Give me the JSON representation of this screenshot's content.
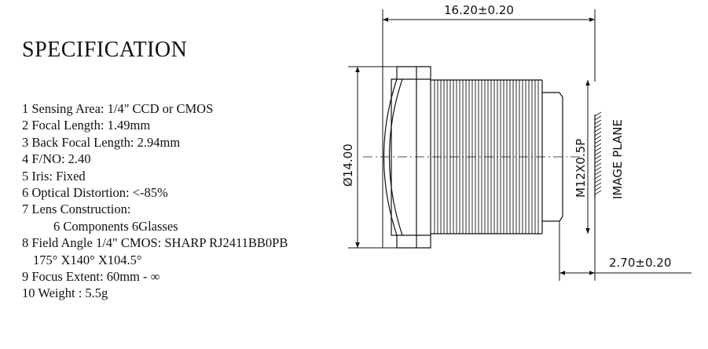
{
  "title": "SPECIFICATION",
  "specs": [
    {
      "text": "1  Sensing Area: 1/4\" CCD or CMOS",
      "indent": ""
    },
    {
      "text": "2  Focal Length: 1.49mm",
      "indent": ""
    },
    {
      "text": "3  Back Focal Length: 2.94mm",
      "indent": ""
    },
    {
      "text": "4  F/NO: 2.40",
      "indent": ""
    },
    {
      "text": "5  Iris: Fixed",
      "indent": ""
    },
    {
      "text": "6  Optical Distortion: <-85%",
      "indent": ""
    },
    {
      "text": "7  Lens Construction:",
      "indent": ""
    },
    {
      "text": "6 Components 6Glasses",
      "indent": "indent"
    },
    {
      "text": "8 Field Angle 1/4\" CMOS: SHARP RJ2411BB0PB",
      "indent": ""
    },
    {
      "text": "175°  X140°  X104.5°",
      "indent": "indent-sm"
    },
    {
      "text": "9  Focus Extent: 60mm - ∞",
      "indent": ""
    },
    {
      "text": "10 Weight : 5.5g",
      "indent": ""
    }
  ],
  "drawing": {
    "length_dim": "16.20±0.20",
    "diameter_dim": "Ø14.00",
    "thread_dim": "M12X0.5P",
    "image_plane_label": "IMAGE PLANE",
    "back_focus_dim": "2.70±0.20"
  }
}
